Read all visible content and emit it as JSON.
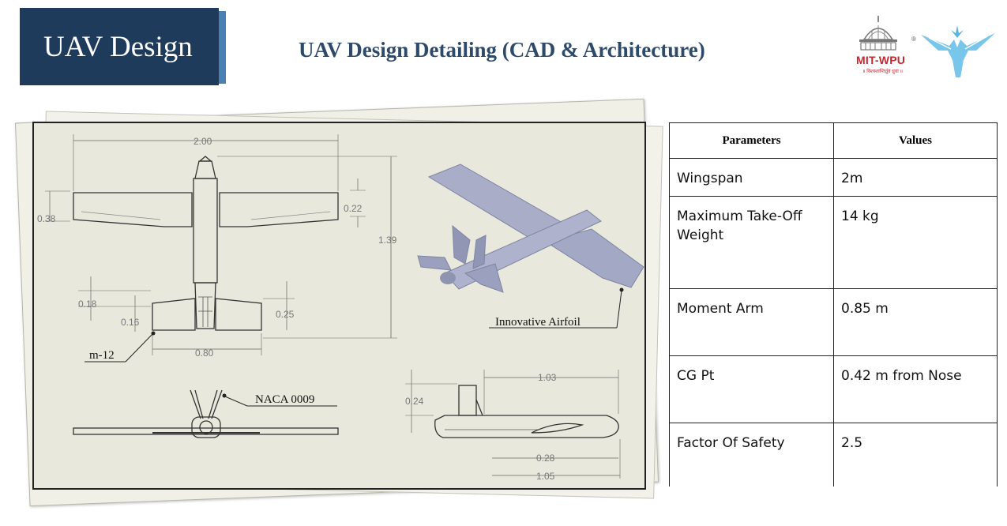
{
  "header": {
    "badge": "UAV Design",
    "title": "UAV Design Detailing (CAD & Architecture)"
  },
  "logo": {
    "name": "MIT-WPU",
    "registered": "®",
    "tagline": "॥ विश्वशान्तिर्ध्रुवं ध्रुवा ॥"
  },
  "drawing": {
    "dims": {
      "span": "2.00",
      "length": "1.39",
      "wing_chord": "0.38",
      "wing_tip": "0.22",
      "tail_a": "0.18",
      "tail_b": "0.16",
      "tail_c": "0.25",
      "tail_span": "0.80",
      "fin_height": "0.24",
      "side_a": "1.03",
      "side_b": "0.28",
      "side_c": "1.05"
    },
    "labels": {
      "tail_airfoil": "m-12",
      "wing_airfoil": "Innovative Airfoil",
      "front_airfoil": "NACA 0009"
    }
  },
  "table": {
    "headers": [
      "Parameters",
      "Values"
    ],
    "rows": [
      {
        "param": "Wingspan",
        "value": "2m"
      },
      {
        "param": "Maximum Take-Off Weight",
        "value": "14 kg"
      },
      {
        "param": "Moment Arm",
        "value": "0.85 m"
      },
      {
        "param": "CG Pt",
        "value": "0.42 m from Nose"
      },
      {
        "param": "Factor Of Safety",
        "value": "2.5"
      }
    ]
  },
  "colors": {
    "badge": "#1f3b5c",
    "title": "#2e4a6b",
    "logo_red": "#c7262e",
    "logo_blue": "#6ec4e8",
    "paper": "#e9e8dc",
    "model": "#a3a8c4"
  }
}
